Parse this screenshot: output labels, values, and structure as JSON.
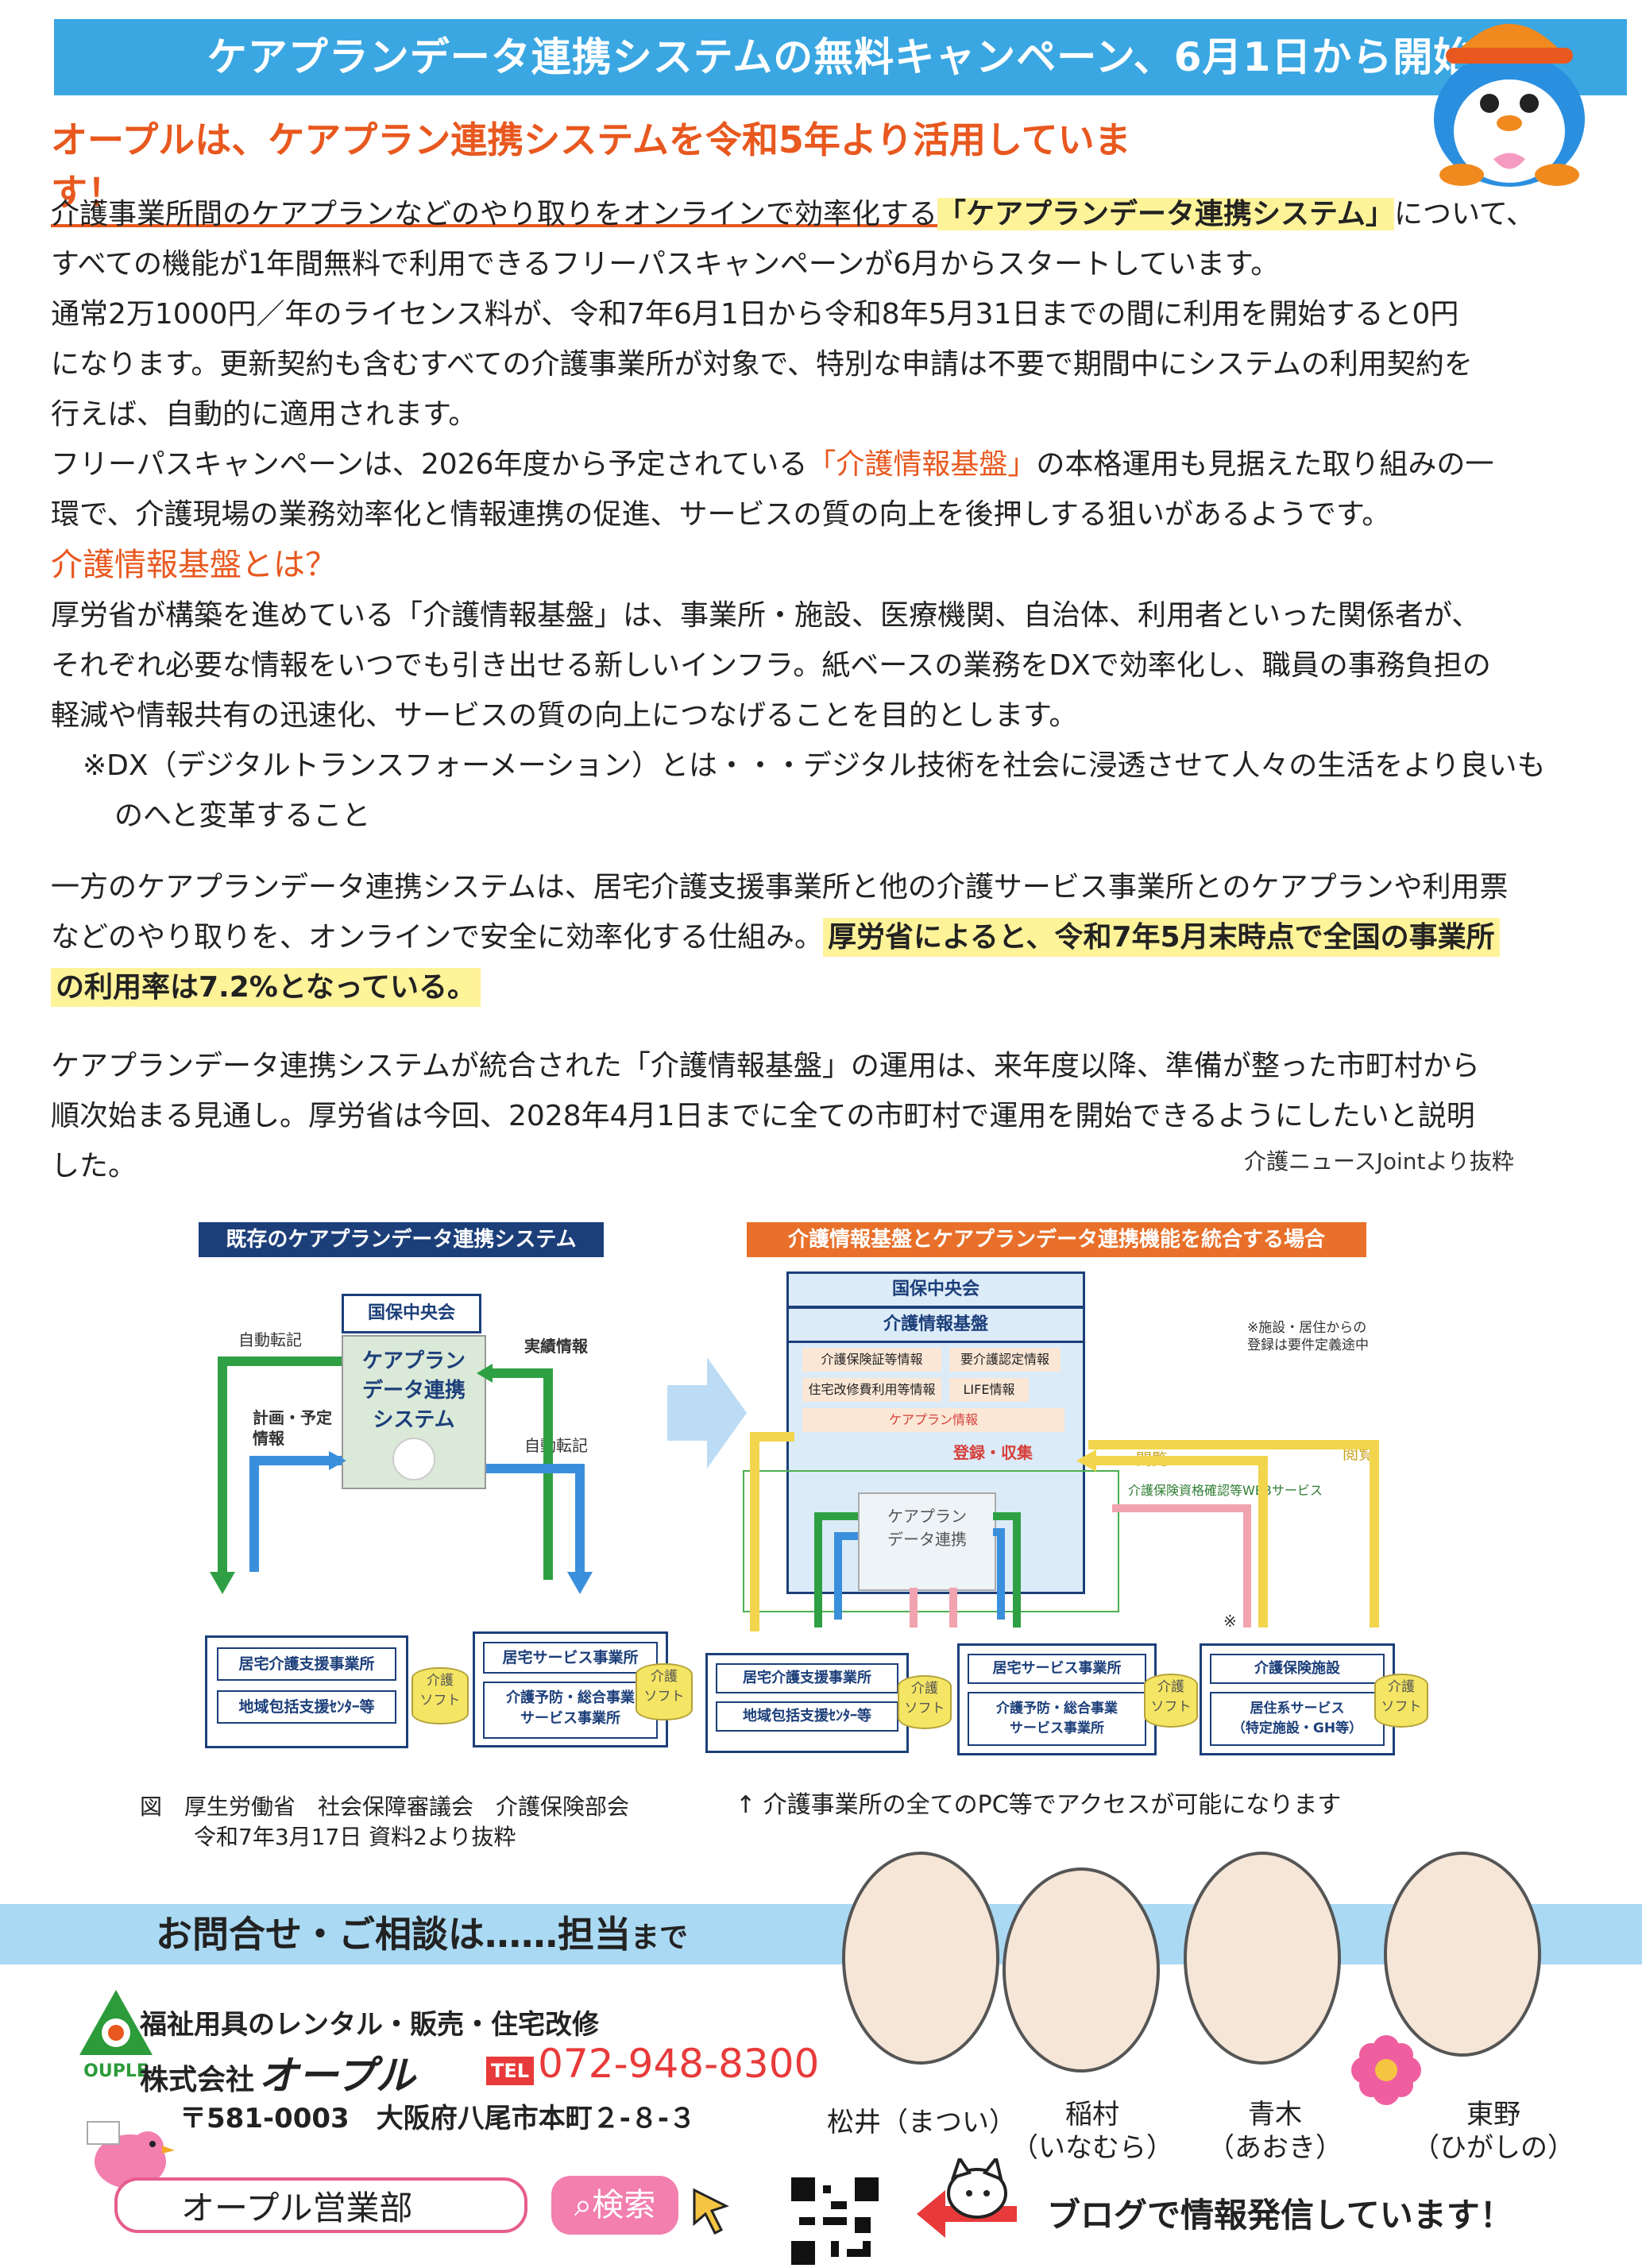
{
  "banner": {
    "title": "ケアプランデータ連携システムの無料キャンペーン、6月1日から開始"
  },
  "subheading": "オープルは、ケアプラン連携システムを令和5年より活用しています！",
  "intro": {
    "p1_a": "介護事業所間のケアプランなどのやり取りをオンラインで効率化する",
    "p1_hl": "「ケアプランデータ連携システム」",
    "p1_b": "について、",
    "p1_c": "すべての機能が1年間無料で利用できるフリーパスキャンペーンが6月からスタートしています。",
    "p2_a": "通常2万1000円／年のライセンス料が、令和7年6月1日から令和8年5月31日までの間に利用を開始すると0円",
    "p2_b": "になります。更新契約も含むすべての介護事業所が対象で、特別な申請は不要で期間中にシステムの利用契約を",
    "p2_c": "行えば、自動的に適用されます。",
    "p3_a": "フリーパスキャンペーンは、2026年度から予定されている",
    "p3_hl": "「介護情報基盤」",
    "p3_b": "の本格運用も見据えた取り組みの一",
    "p3_c": "環で、介護現場の業務効率化と情報連携の促進、サービスの質の向上を後押しする狙いがあるようです。"
  },
  "section2": {
    "heading": "介護情報基盤とは？",
    "l1": "厚労省が構築を進めている「介護情報基盤」は、事業所・施設、医療機関、自治体、利用者といった関係者が、",
    "l2": "それぞれ必要な情報をいつでも引き出せる新しいインフラ。紙ベースの業務をDXで効率化し、職員の事務負担の",
    "l3": "軽減や情報共有の迅速化、サービスの質の向上につなげることを目的とします。",
    "note1": "※DX（デジタルトランスフォーメーション）とは・・・デジタル技術を社会に浸透させて人々の生活をより良いも",
    "note2": "のへと変革すること"
  },
  "section3": {
    "l1": "一方のケアプランデータ連携システムは、居宅介護支援事業所と他の介護サービス事業所とのケアプランや利用票",
    "l2": "などのやり取りを、オンラインで安全に効率化する仕組み。",
    "hl1": "厚労省によると、令和7年5月末時点で全国の事業所",
    "hl2": "の利用率は7.2%となっている。"
  },
  "section4": {
    "l1": "ケアプランデータ連携システムが統合された「介護情報基盤」の運用は、来年度以降、準備が整った市町村から",
    "l2": "順次始まる見通し。厚労省は今回、2028年4月1日までに全ての市町村で運用を開始できるようにしたいと説明",
    "l3": "した。",
    "credit": "介護ニュースJointより抜粋"
  },
  "diagram": {
    "left_title": "既存のケアプランデータ連携システム",
    "right_title": "介護情報基盤とケアプランデータ連携機能を統合する場合",
    "kokuho": "国保中央会",
    "system_l1": "ケアプラン",
    "system_l2": "データ連携",
    "system_l3": "システム",
    "auto1": "自動転記",
    "auto2": "自動転記",
    "plan_l1": "計画・予定",
    "plan_l2": "情報",
    "actual": "実績情報",
    "kyotaku_shien": "居宅介護支援事業所",
    "chiiki": "地域包括支援ｾﾝﾀｰ等",
    "kyotaku_service": "居宅サービス事業所",
    "yobo_l1": "介護予防・総合事業",
    "yobo_l2": "サービス事業所",
    "soft_l1": "介護",
    "soft_l2": "ソフト",
    "r_kokuho": "国保中央会",
    "r_kiban": "介護情報基盤",
    "chip1": "介護保険証等情報",
    "chip2": "要介護認定情報",
    "chip3": "住宅改修費利用等情報",
    "chip4": "LIFE情報",
    "chip5": "ケアプラン情報",
    "regist": "登録・収集",
    "note_l1": "※施設・居住からの",
    "note_l2": "登録は要件定義途中",
    "etsuran1": "閲覧",
    "etsuran2": "閲覧",
    "web_service": "介護保険資格確認等WEBサービス",
    "renkei_l1": "ケアプラン",
    "renkei_l2": "データ連携",
    "kaigo_shisetsu": "介護保険施設",
    "kyoju_l1": "居住系サービス",
    "kyoju_l2": "（特定施設・GH等）",
    "asterisk": "※",
    "caption_l1": "図　厚生労働省　社会保障審議会　介護保険部会",
    "caption_l2": "令和7年3月17日 資料2より抜粋",
    "access": "↑ 介護事業所の全てのPC等でアクセスが可能になります"
  },
  "footer": {
    "inquiry_a": "お問合せ・ご相談は……担当",
    "inquiry_b": "まで",
    "logo_text": "OUPLE",
    "tagline": "福祉用具のレンタル・販売・住宅改修",
    "company_prefix": "株式会社",
    "company_name": "オープル",
    "tel_label": "TEL",
    "tel": "072-948-8300",
    "address": "〒581-0003　大阪府八尾市本町２-８-３",
    "search_box": "オープル営業部",
    "search_button": "検索",
    "blog": "ブログで情報発信しています！",
    "staff": [
      {
        "name": "松井（まつい）"
      },
      {
        "name_a": "稲村",
        "name_b": "（いなむら）"
      },
      {
        "name_a": "青木",
        "name_b": "（あおき）"
      },
      {
        "name_a": "東野",
        "name_b": "（ひがしの）"
      }
    ]
  }
}
